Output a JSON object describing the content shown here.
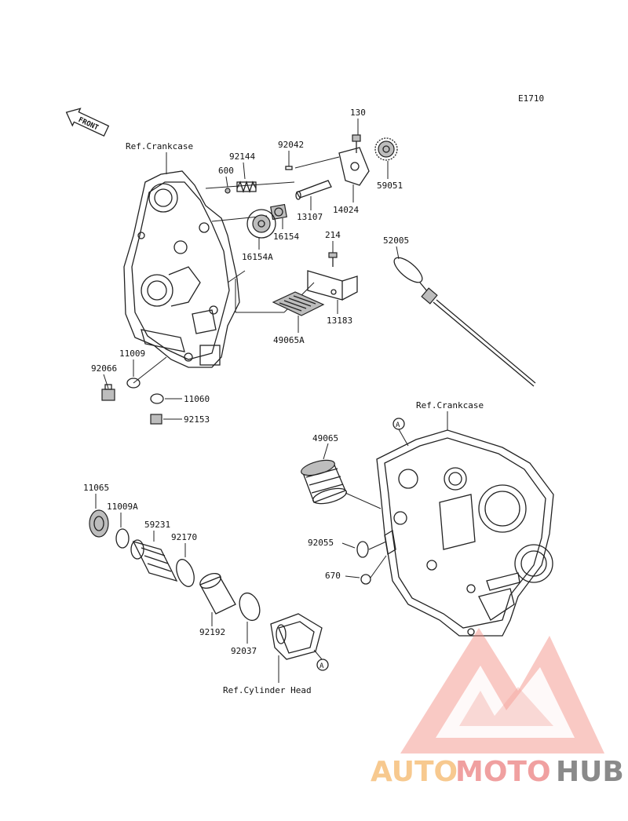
{
  "figure_code": "E1710",
  "front_label": "FRONT",
  "refs": {
    "crankcase_top": "Ref.Crankcase",
    "crankcase_right": "Ref.Crankcase",
    "cylinder_head": "Ref.Cylinder Head"
  },
  "callout_letter": "A",
  "parts": {
    "p130": "130",
    "p92042": "92042",
    "p92144": "92144",
    "p600": "600",
    "p59051": "59051",
    "p13107": "13107",
    "p14024": "14024",
    "p16154": "16154",
    "p16154A": "16154A",
    "p214": "214",
    "p52005": "52005",
    "p13183": "13183",
    "p49065A": "49065A",
    "p11009": "11009",
    "p92066": "92066",
    "p11060": "11060",
    "p92153": "92153",
    "p49065": "49065",
    "p11065": "11065",
    "p11009A": "11009A",
    "p59231": "59231",
    "p92170": "92170",
    "p92055": "92055",
    "p670": "670",
    "p92192": "92192",
    "p92037": "92037"
  },
  "watermark": {
    "part1": "AUTO",
    "part2": "MOTO",
    "part3": "HUB",
    "color1": "#f7c98f",
    "color2": "#f0a0a0",
    "color3": "#8a8a8a",
    "logo_color": "#f08080"
  }
}
